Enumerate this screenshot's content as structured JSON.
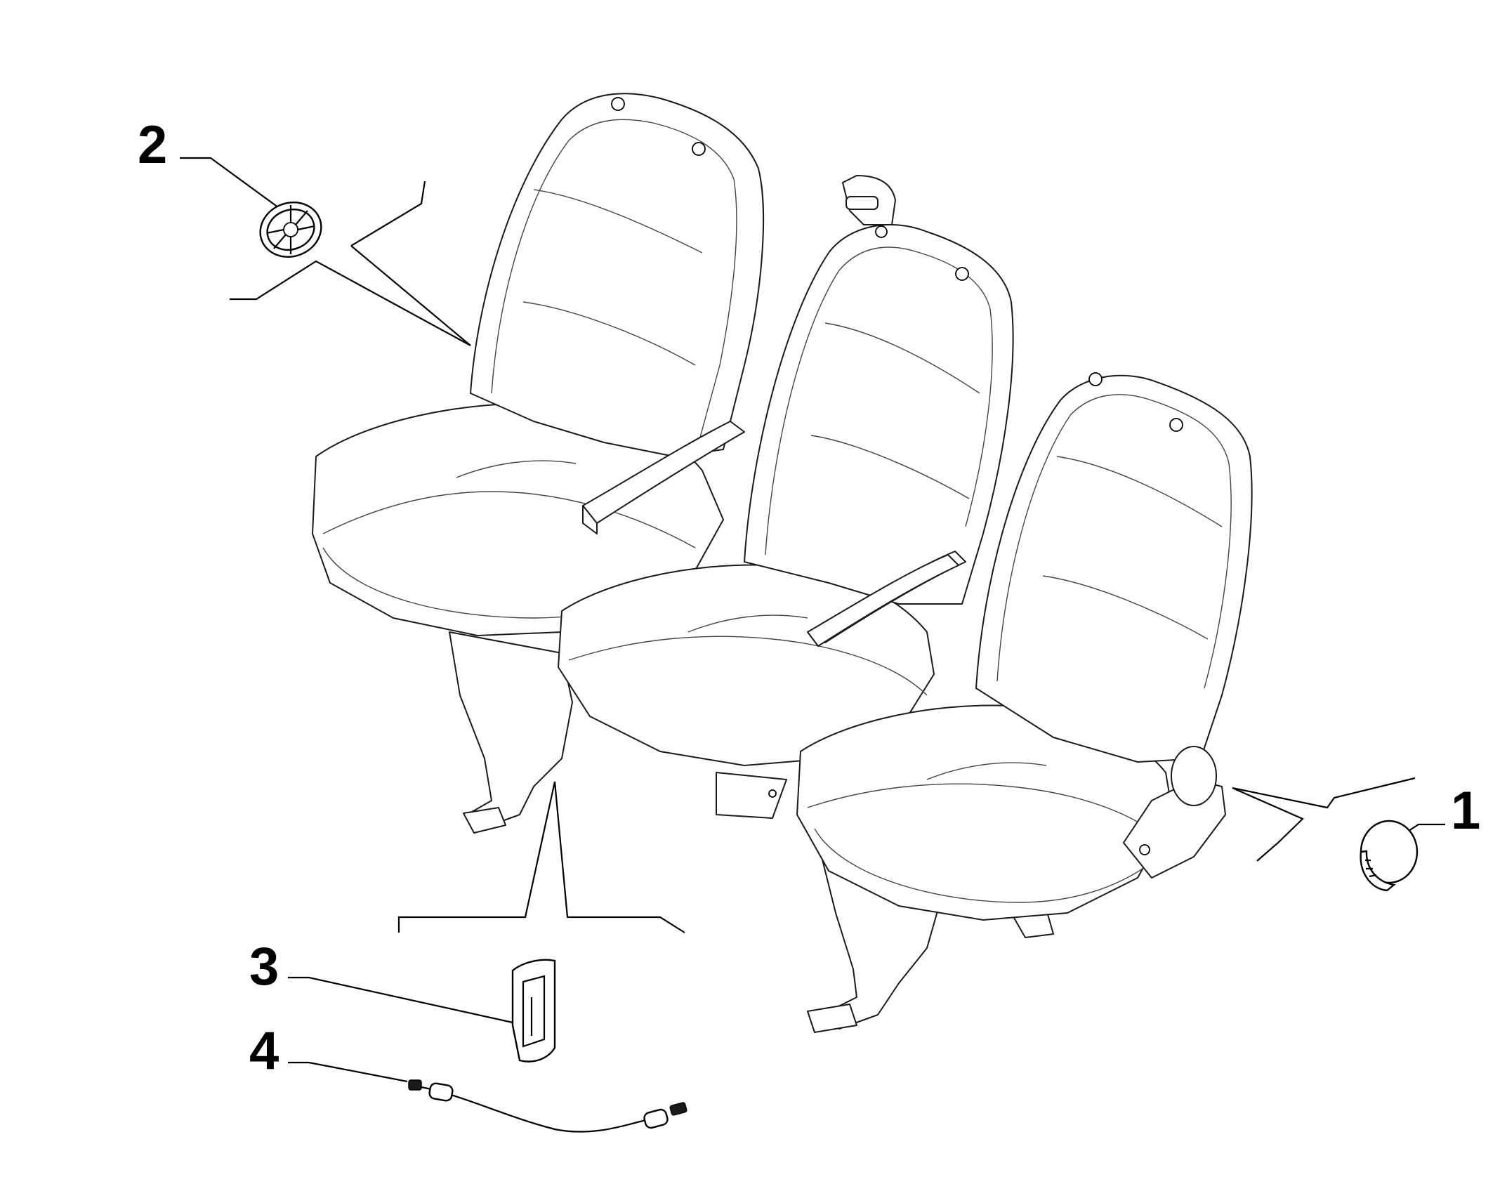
{
  "diagram": {
    "callouts": {
      "c1": "1",
      "c2": "2",
      "c3": "3",
      "c4": "4"
    }
  }
}
